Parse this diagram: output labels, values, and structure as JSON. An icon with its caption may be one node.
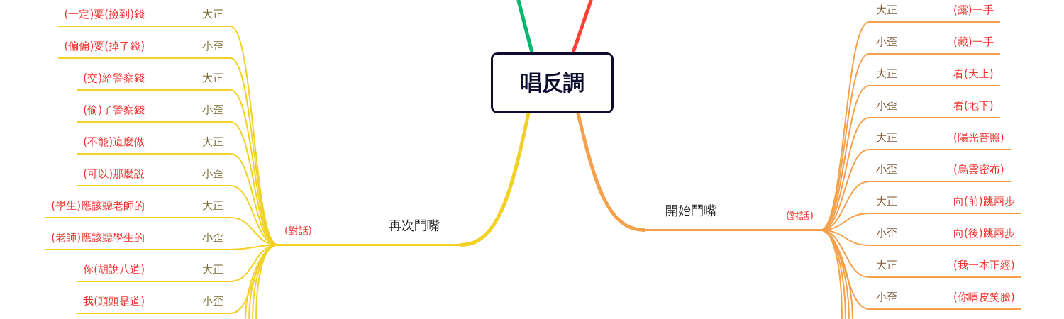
{
  "diagram": {
    "nodes": [
      {
        "text": [
          "唱反調"
        ]
      },
      {
        "text": [
          "開始鬥嘴"
        ]
      },
      {
        "text": [
          "(對話)"
        ]
      },
      {
        "text": [
          "大正"
        ]
      },
      {
        "text": [
          "(露)一手"
        ]
      },
      {
        "text": [
          "小歪"
        ]
      },
      {
        "text": [
          "(藏)一手"
        ]
      },
      {
        "text": [
          "大正"
        ]
      },
      {
        "text": [
          "看(天上)"
        ]
      },
      {
        "text": [
          "小歪"
        ]
      },
      {
        "text": [
          "看(地下)"
        ]
      },
      {
        "text": [
          "大正"
        ]
      },
      {
        "text": [
          "(陽光普照)"
        ]
      },
      {
        "text": [
          "小歪"
        ]
      },
      {
        "text": [
          "(烏雲密布)"
        ]
      },
      {
        "text": [
          "大正"
        ]
      },
      {
        "text": [
          "向(前)跳兩步"
        ]
      },
      {
        "text": [
          "小歪"
        ]
      },
      {
        "text": [
          "向(後)跳兩步"
        ]
      },
      {
        "text": [
          "大正"
        ]
      },
      {
        "text": [
          "(我一本正經)"
        ]
      },
      {
        "text": [
          "小歪"
        ]
      },
      {
        "text": [
          "(你嘻皮笑臉)"
        ]
      },
      {
        "text": [
          "再次鬥嘴"
        ]
      },
      {
        "text": [
          "(對話)"
        ]
      },
      {
        "text": [
          "大正"
        ]
      },
      {
        "text": [
          "(一定)要(撿到)錢"
        ]
      },
      {
        "text": [
          "小歪"
        ]
      },
      {
        "text": [
          "(偏偏)要(掉了錢)"
        ]
      },
      {
        "text": [
          "大正"
        ]
      },
      {
        "text": [
          "(交)給警察錢"
        ]
      },
      {
        "text": [
          "小歪"
        ]
      },
      {
        "text": [
          "(偷)了警察錢"
        ]
      },
      {
        "text": [
          "大正"
        ]
      },
      {
        "text": [
          "(不能)這麼做"
        ]
      },
      {
        "text": [
          "小歪"
        ]
      },
      {
        "text": [
          "(可以)那麼說"
        ]
      },
      {
        "text": [
          "大正"
        ]
      },
      {
        "text": [
          "(學生)應該聽老師的"
        ]
      },
      {
        "text": [
          "小歪"
        ]
      },
      {
        "text": [
          "(老師)應該聽學生的"
        ]
      },
      {
        "text": [
          "大正"
        ]
      },
      {
        "text": [
          "你(胡說八道)"
        ]
      },
      {
        "text": [
          "小歪"
        ]
      },
      {
        "text": [
          "我(頭頭是道)"
        ]
      }
    ],
    "edges": [
      {
        "from": 0,
        "to": 1,
        "arrow": "none",
        "style": "thick",
        "color": "#f5a04a"
      },
      {
        "from": 1,
        "to": 2,
        "arrow": "none",
        "color": "#f5a04a"
      },
      {
        "from": 2,
        "to": 3,
        "arrow": "none",
        "color": "#f5a04a"
      },
      {
        "from": 3,
        "to": 4,
        "arrow": "none",
        "color": "#f5a04a"
      },
      {
        "from": 2,
        "to": 5,
        "arrow": "none",
        "color": "#f5a04a"
      },
      {
        "from": 5,
        "to": 6,
        "arrow": "none",
        "color": "#f5a04a"
      },
      {
        "from": 2,
        "to": 7,
        "arrow": "none",
        "color": "#f5a04a"
      },
      {
        "from": 7,
        "to": 8,
        "arrow": "none",
        "color": "#f5a04a"
      },
      {
        "from": 2,
        "to": 9,
        "arrow": "none",
        "color": "#f5a04a"
      },
      {
        "from": 9,
        "to": 10,
        "arrow": "none",
        "color": "#f5a04a"
      },
      {
        "from": 2,
        "to": 11,
        "arrow": "none",
        "color": "#f5a04a"
      },
      {
        "from": 11,
        "to": 12,
        "arrow": "none",
        "color": "#f5a04a"
      },
      {
        "from": 2,
        "to": 13,
        "arrow": "none",
        "color": "#f5a04a"
      },
      {
        "from": 13,
        "to": 14,
        "arrow": "none",
        "color": "#f5a04a"
      },
      {
        "from": 2,
        "to": 15,
        "arrow": "none",
        "color": "#f5a04a"
      },
      {
        "from": 15,
        "to": 16,
        "arrow": "none",
        "color": "#f5a04a"
      },
      {
        "from": 2,
        "to": 17,
        "arrow": "none",
        "color": "#f5a04a"
      },
      {
        "from": 17,
        "to": 18,
        "arrow": "none",
        "color": "#f5a04a"
      },
      {
        "from": 2,
        "to": 19,
        "arrow": "none",
        "color": "#f5a04a"
      },
      {
        "from": 19,
        "to": 20,
        "arrow": "none",
        "color": "#f5a04a"
      },
      {
        "from": 2,
        "to": 21,
        "arrow": "none",
        "color": "#f5a04a"
      },
      {
        "from": 21,
        "to": 22,
        "arrow": "none",
        "color": "#f5a04a"
      },
      {
        "from": 2,
        "to": null,
        "arrow": "none",
        "color": "#f5a04a"
      },
      {
        "from": 2,
        "to": null,
        "arrow": "none",
        "color": "#f5a04a"
      },
      {
        "from": 2,
        "to": null,
        "arrow": "none",
        "color": "#f5a04a"
      },
      {
        "from": 2,
        "to": null,
        "arrow": "none",
        "color": "#f5a04a"
      },
      {
        "from": 0,
        "to": 23,
        "arrow": "none",
        "style": "thick",
        "color": "#f2d024"
      },
      {
        "from": 23,
        "to": 24,
        "arrow": "none",
        "color": "#f2d024"
      },
      {
        "from": 24,
        "to": 25,
        "arrow": "none",
        "color": "#f2d024"
      },
      {
        "from": 25,
        "to": 26,
        "arrow": "none",
        "color": "#f2d024"
      },
      {
        "from": 24,
        "to": 27,
        "arrow": "none",
        "color": "#f2d024"
      },
      {
        "from": 27,
        "to": 28,
        "arrow": "none",
        "color": "#f2d024"
      },
      {
        "from": 24,
        "to": 29,
        "arrow": "none",
        "color": "#f2d024"
      },
      {
        "from": 29,
        "to": 30,
        "arrow": "none",
        "color": "#f2d024"
      },
      {
        "from": 24,
        "to": 31,
        "arrow": "none",
        "color": "#f2d024"
      },
      {
        "from": 31,
        "to": 32,
        "arrow": "none",
        "color": "#f2d024"
      },
      {
        "from": 24,
        "to": 33,
        "arrow": "none",
        "color": "#f2d024"
      },
      {
        "from": 33,
        "to": 34,
        "arrow": "none",
        "color": "#f2d024"
      },
      {
        "from": 24,
        "to": 35,
        "arrow": "none",
        "color": "#f2d024"
      },
      {
        "from": 35,
        "to": 36,
        "arrow": "none",
        "color": "#f2d024"
      },
      {
        "from": 24,
        "to": 37,
        "arrow": "none",
        "color": "#f2d024"
      },
      {
        "from": 37,
        "to": 38,
        "arrow": "none",
        "color": "#f2d024"
      },
      {
        "from": 24,
        "to": 39,
        "arrow": "none",
        "color": "#f2d024"
      },
      {
        "from": 39,
        "to": 40,
        "arrow": "none",
        "color": "#f2d024"
      },
      {
        "from": 24,
        "to": 41,
        "arrow": "none",
        "color": "#f2d024"
      },
      {
        "from": 41,
        "to": 42,
        "arrow": "none",
        "color": "#f2d024"
      },
      {
        "from": 24,
        "to": 43,
        "arrow": "none",
        "color": "#f2d024"
      },
      {
        "from": 43,
        "to": 44,
        "arrow": "none",
        "color": "#f2d024"
      },
      {
        "from": 24,
        "to": null,
        "arrow": "none",
        "color": "#f2d024"
      },
      {
        "from": 24,
        "to": null,
        "arrow": "none",
        "color": "#f2d024"
      },
      {
        "from": 24,
        "to": null,
        "arrow": "none",
        "color": "#f2d024"
      },
      {
        "from": 24,
        "to": null,
        "arrow": "none",
        "color": "#f2d024"
      },
      {
        "from": 0,
        "to": null,
        "arrow": "none",
        "style": "thick",
        "color": "#00b96b"
      },
      {
        "from": 0,
        "to": null,
        "arrow": "none",
        "style": "thick",
        "color": "#ff4136"
      }
    ]
  }
}
